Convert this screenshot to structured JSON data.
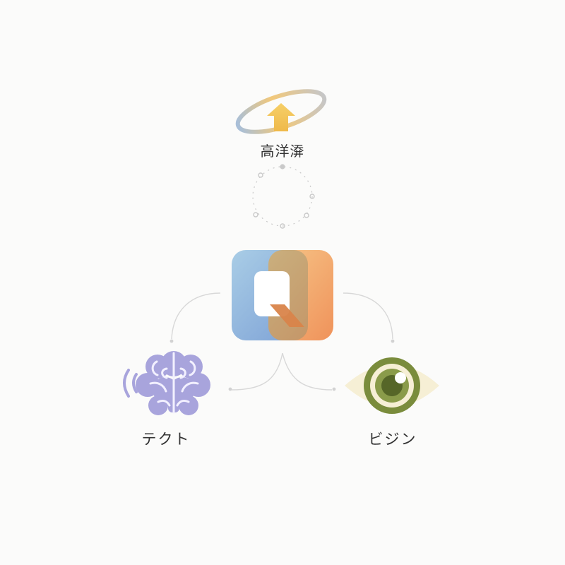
{
  "nodes": {
    "top": {
      "label": "高洋㴁",
      "icon": "upload-orbit-icon"
    },
    "center": {
      "icon": "q-logo-icon",
      "letter": "Q"
    },
    "left": {
      "label": "テクト",
      "icon": "brain-signal-icon"
    },
    "right": {
      "label": "ビジン",
      "icon": "eye-icon"
    }
  },
  "colors": {
    "background": "#fbfbfa",
    "connector": "#d6d6d6",
    "arrow_gold": "#f2c14e",
    "orbit_blue": "#a9bfd8",
    "orbit_gray": "#c8c8c8",
    "logo_blue": "#8fb3d6",
    "logo_orange": "#f0a060",
    "brain_purple": "#a8a4dc",
    "eye_green": "#7a8c3c",
    "eye_background": "#f6efd5"
  }
}
